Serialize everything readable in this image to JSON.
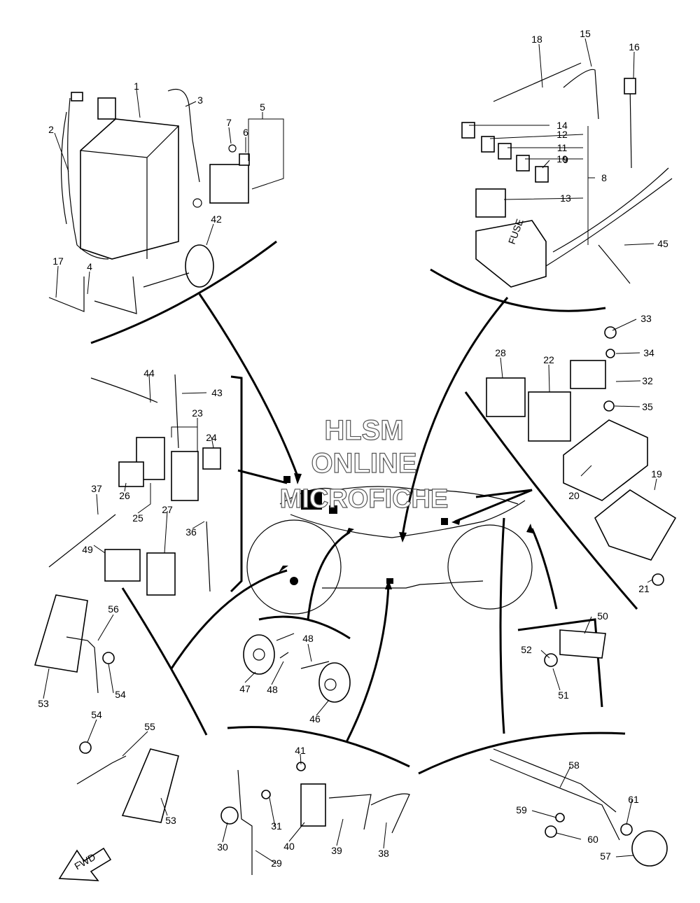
{
  "watermark": {
    "line1": "HLSM",
    "line2": "ONLINE",
    "line3": "MICROFICHE"
  },
  "fwd_label": "FWD",
  "fuse_label": "FUSE",
  "callouts": {
    "c1": "1",
    "c2": "2",
    "c3": "3",
    "c4": "4",
    "c5": "5",
    "c6": "6",
    "c7": "7",
    "c8": "8",
    "c9": "9",
    "c10": "10",
    "c11": "11",
    "c12": "12",
    "c13": "13",
    "c14": "14",
    "c15": "15",
    "c16": "16",
    "c17": "17",
    "c18": "18",
    "c19": "19",
    "c20": "20",
    "c21": "21",
    "c22": "22",
    "c23": "23",
    "c24": "24",
    "c25": "25",
    "c26": "26",
    "c27": "27",
    "c28": "28",
    "c29": "29",
    "c30": "30",
    "c31": "31",
    "c32": "32",
    "c33": "33",
    "c34": "34",
    "c35": "35",
    "c36": "36",
    "c37": "37",
    "c38": "38",
    "c39": "39",
    "c40": "40",
    "c41": "41",
    "c42": "42",
    "c43": "43",
    "c44": "44",
    "c45": "45",
    "c46": "46",
    "c47": "47",
    "c48a": "48",
    "c48b": "48",
    "c49": "49",
    "c50": "50",
    "c51": "51",
    "c52": "52",
    "c53a": "53",
    "c53b": "53",
    "c54a": "54",
    "c54b": "54",
    "c55": "55",
    "c56": "56",
    "c57": "57",
    "c58": "58",
    "c59": "59",
    "c60": "60",
    "c61": "61"
  }
}
